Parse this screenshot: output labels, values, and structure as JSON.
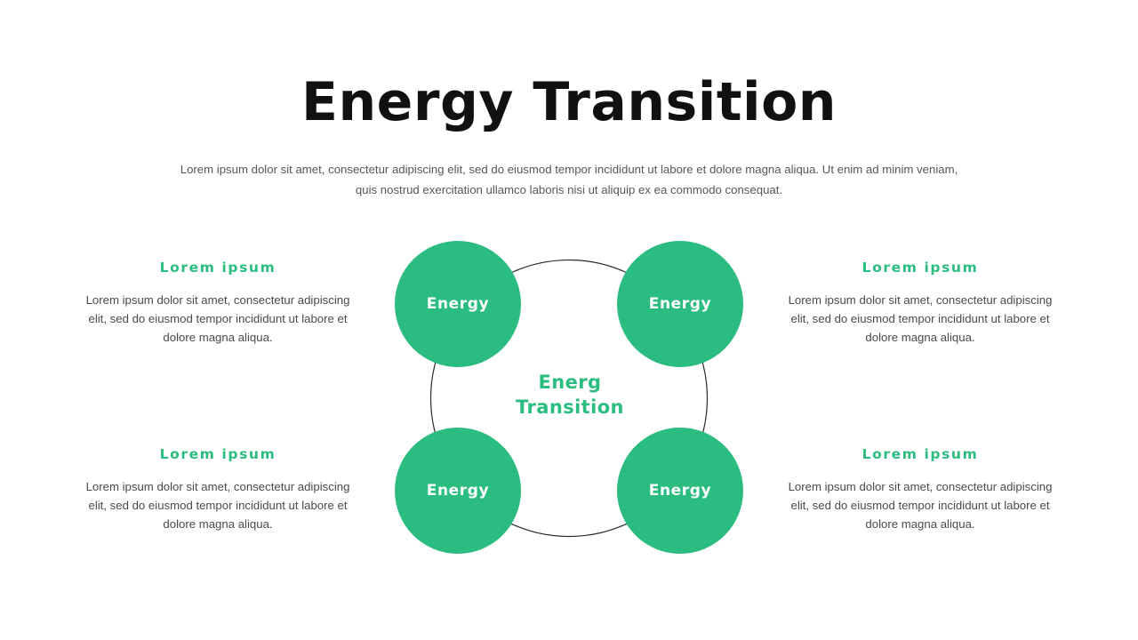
{
  "slide": {
    "title": "Energy Transition",
    "subtitle": "Lorem ipsum dolor sit amet, consectetur adipiscing elit, sed do eiusmod tempor incididunt ut labore et dolore magna aliqua. Ut enim ad minim veniam, quis nostrud exercitation ullamco laboris nisi ut aliquip ex ea commodo  consequat.",
    "colors": {
      "accent_green": "#2bbd80",
      "title_black": "#111111",
      "body_gray": "#4a4a4a",
      "ring_stroke": "#2b2b2b",
      "background": "#ffffff"
    }
  },
  "diagram": {
    "center_text_line1": "Energ",
    "center_text_line2": "Transition",
    "bubbles": [
      {
        "position": "top-left",
        "label": "Energy"
      },
      {
        "position": "top-right",
        "label": "Energy"
      },
      {
        "position": "bottom-left",
        "label": "Energy"
      },
      {
        "position": "bottom-right",
        "label": "Energy"
      }
    ]
  },
  "blocks": [
    {
      "position": "left-top",
      "heading": "Lorem ipsum",
      "body": "Lorem ipsum dolor sit amet, consectetur adipiscing elit, sed do eiusmod tempor incididunt ut labore et dolore magna aliqua."
    },
    {
      "position": "left-bottom",
      "heading": "Lorem ipsum",
      "body": "Lorem ipsum dolor sit amet, consectetur adipiscing elit, sed do eiusmod tempor incididunt ut labore et dolore magna aliqua."
    },
    {
      "position": "right-top",
      "heading": "Lorem ipsum",
      "body": "Lorem ipsum dolor sit amet, consectetur adipiscing elit, sed do eiusmod tempor incididunt ut labore et dolore magna aliqua."
    },
    {
      "position": "right-bottom",
      "heading": "Lorem ipsum",
      "body": "Lorem ipsum dolor sit amet, consectetur adipiscing elit, sed do eiusmod tempor incididunt ut labore et dolore magna aliqua."
    }
  ]
}
